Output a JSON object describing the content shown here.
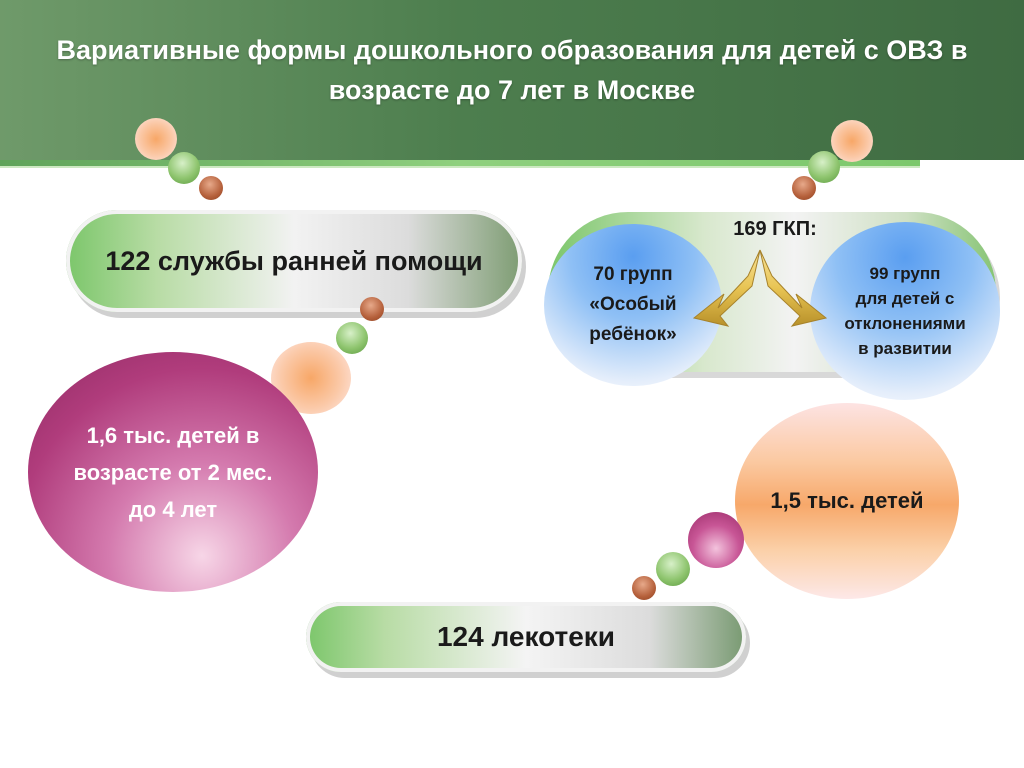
{
  "title": "Вариативные формы дошкольного образования для детей с ОВЗ в возрасте до 7 лет  в Москве",
  "nodes": {
    "early_help": "122 службы ранней помощи",
    "early_help_children": [
      "1,6 тыс. детей в",
      "возрасте от 2 мес.",
      "до 4 лет"
    ],
    "gkp": {
      "label": "169 ГКП:",
      "left": [
        "70 групп",
        "«Особый",
        "ребёнок»"
      ],
      "right": [
        "99 групп",
        "для детей с",
        "отклонениями",
        "в развитии"
      ]
    },
    "lekoteki": "124 лекотеки",
    "lekoteki_children": "1,5 тыс. детей"
  },
  "colors": {
    "header": "#4d7e4e",
    "green_accent": "#7bc66a",
    "magenta": "#b03c7c",
    "blue": "#5a9ef0",
    "peach": "#f7a86a",
    "arrow_gold": "#e8c453"
  }
}
